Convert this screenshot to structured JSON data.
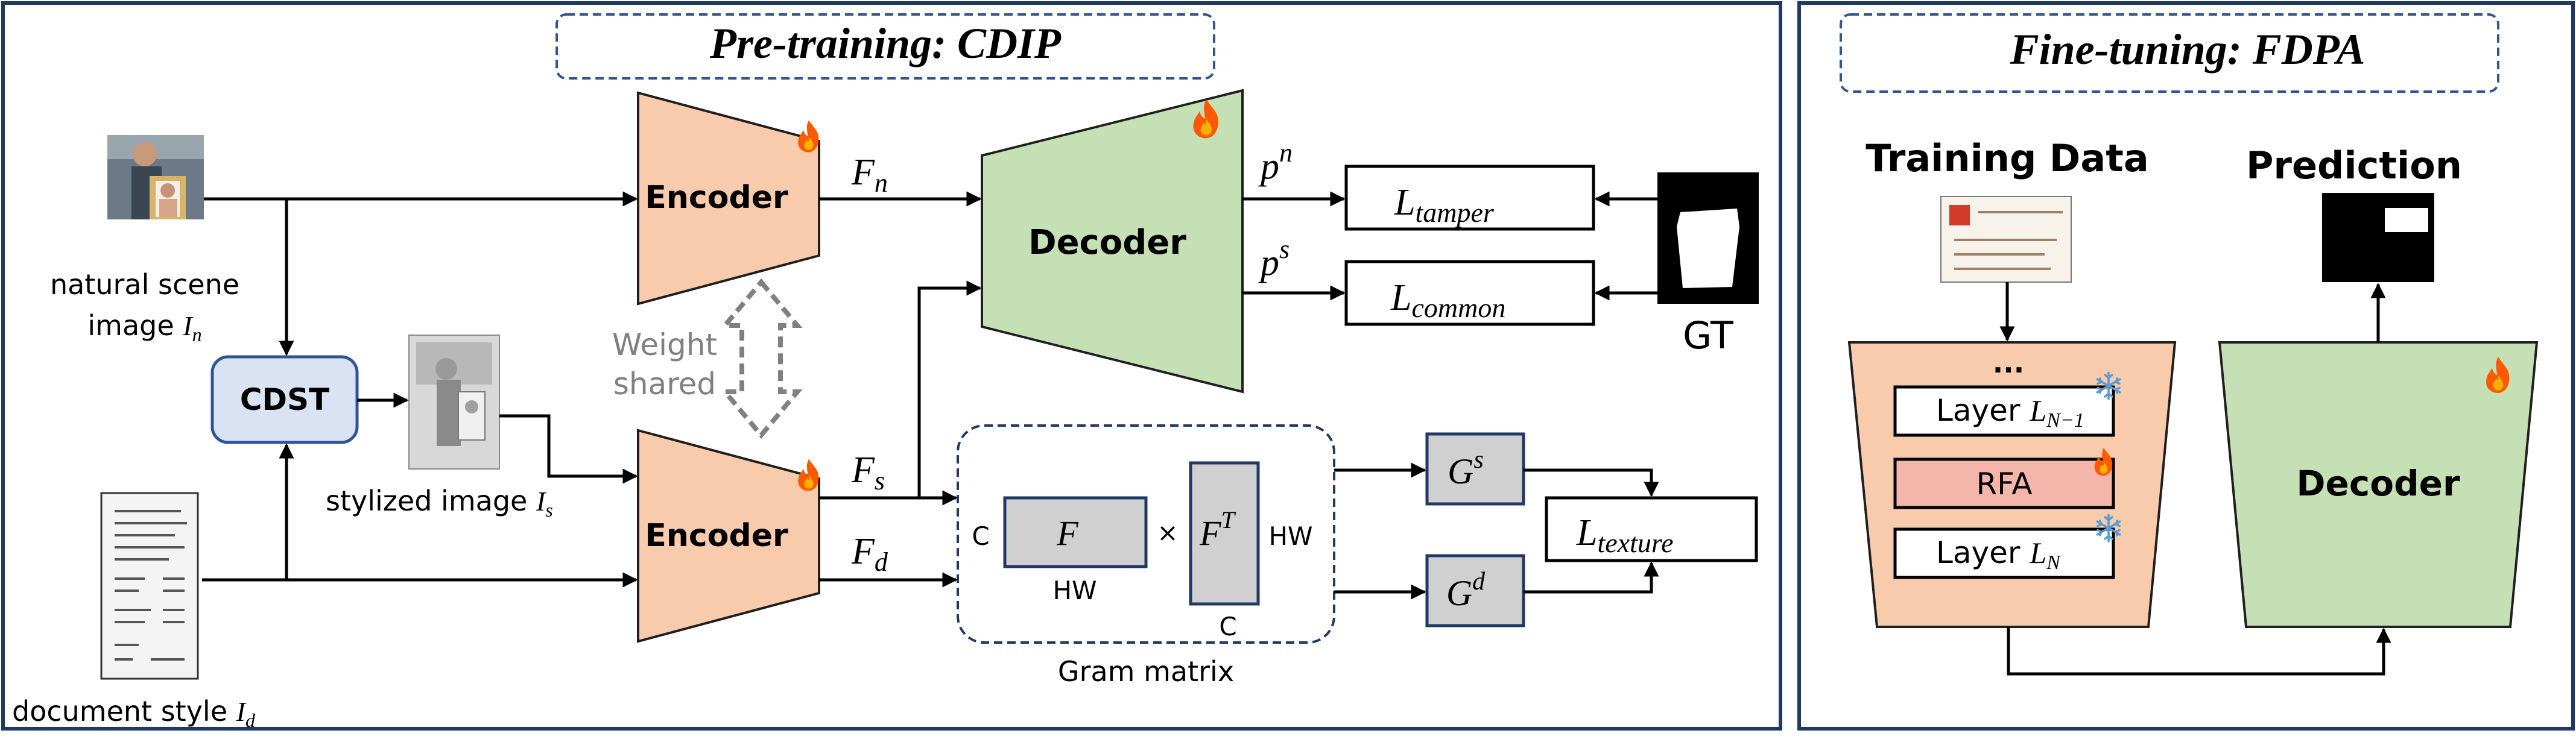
{
  "pretrain": {
    "title": "Pre-training: CDIP",
    "inputs": {
      "natural_label": "natural scene",
      "natural_var_prefix": "image ",
      "natural_var": "I",
      "natural_sub": "n",
      "document_prefix": "document style ",
      "document_var": "I",
      "document_sub": "d",
      "stylized_prefix": "stylized image ",
      "stylized_var": "I",
      "stylized_sub": "s"
    },
    "cdst_label": "CDST",
    "encoder_top_label": "Encoder",
    "encoder_bottom_label": "Encoder",
    "weight_shared_line1": "Weight",
    "weight_shared_line2": "shared",
    "decoder_label": "Decoder",
    "features": {
      "fn_var": "F",
      "fn_sub": "n",
      "fs_var": "F",
      "fs_sub": "s",
      "fd_var": "F",
      "fd_sub": "d"
    },
    "predictions": {
      "pn_var": "p",
      "pn_sup": "n",
      "ps_var": "p",
      "ps_sup": "s"
    },
    "losses": {
      "tamper_var": "L",
      "tamper_sub": "tamper",
      "common_var": "L",
      "common_sub": "common",
      "texture_var": "L",
      "texture_sub": "texture"
    },
    "gt_label": "GT",
    "gram": {
      "caption": "Gram matrix",
      "c_left": "C",
      "f_label": "F",
      "hw_below": "HW",
      "times": "×",
      "ft_var": "F",
      "ft_sup": "T",
      "hw_right": "HW",
      "c_below": "C"
    },
    "gram_outputs": {
      "gs_var": "G",
      "gs_sup": "s",
      "gd_var": "G",
      "gd_sup": "d"
    }
  },
  "finetune": {
    "title": "Fine-tuning: FDPA",
    "training_data_label": "Training Data",
    "prediction_label": "Prediction",
    "ellipsis": "...",
    "layer_top_prefix": "Layer ",
    "layer_top_var": "L",
    "layer_top_sub": "N−1",
    "rfa_label": "RFA",
    "layer_bottom_prefix": "Layer ",
    "layer_bottom_var": "L",
    "layer_bottom_sub": "N",
    "decoder_label": "Decoder"
  },
  "colors": {
    "panel_border": "#1f3864",
    "title_border": "#2f5597",
    "encoder_fill": "#f8cbad",
    "decoder_fill": "#c5e0b4",
    "cdst_fill": "#dae3f3",
    "cdst_border": "#2f5597",
    "gram_fill": "#d0d0d0",
    "gram_border": "#1f3864",
    "rfa_fill": "#f4b6aa",
    "fire": "#ff5a00",
    "snow": "#5b9bd5",
    "arrow": "#000000",
    "weight_text": "#808080"
  },
  "icons": {
    "fire": "fire-icon",
    "snow": "snowflake-icon",
    "image": "photo-thumbnail"
  }
}
